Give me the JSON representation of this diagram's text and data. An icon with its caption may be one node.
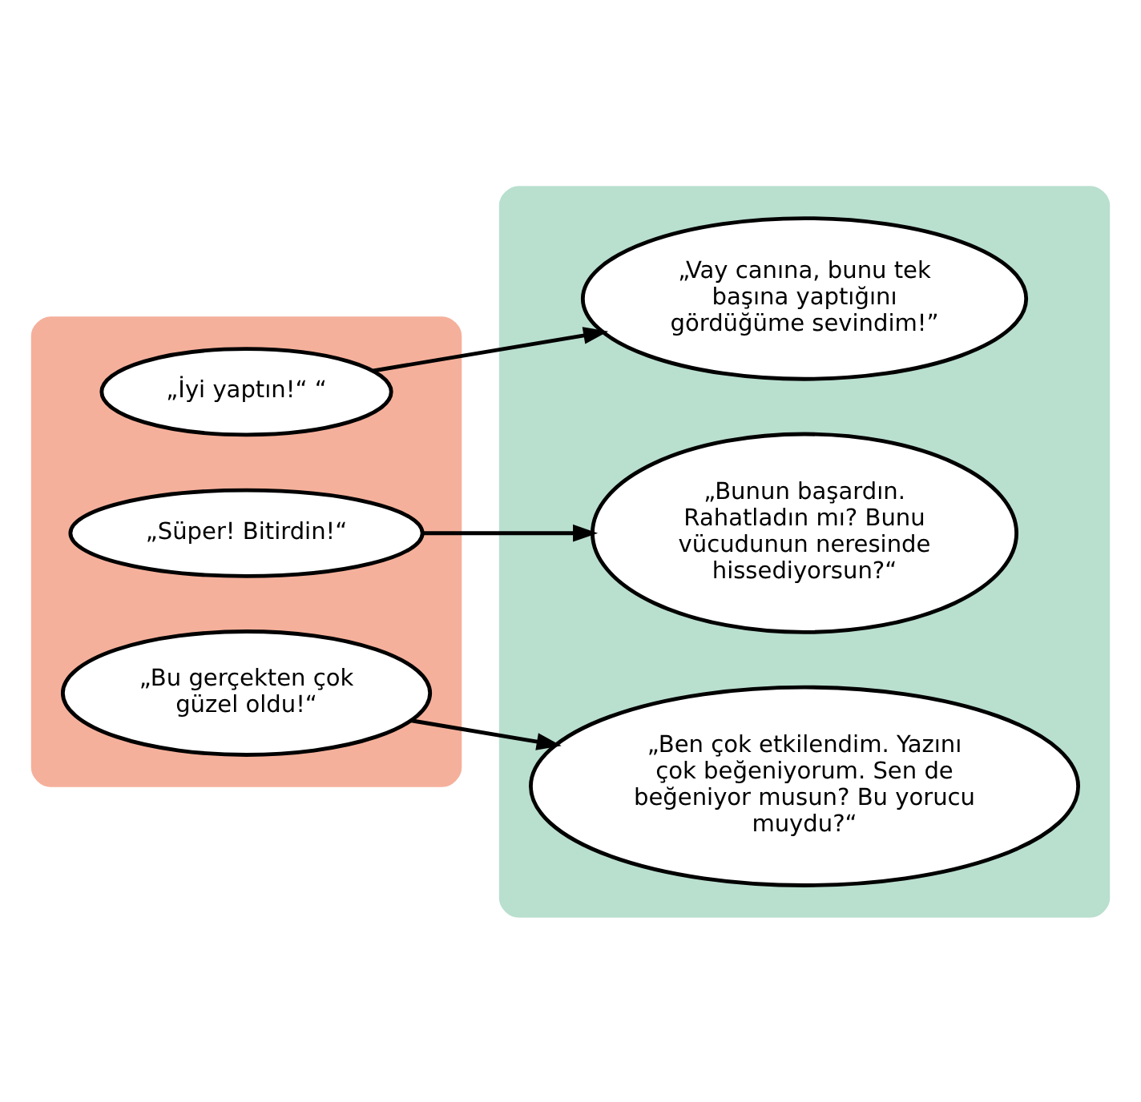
{
  "diagram": {
    "nodes": [
      {
        "text": [],
        "shape": "band"
      },
      {
        "text": [
          "„İyi yaptın!“ “"
        ],
        "in": 0
      },
      {
        "text": [
          "„Süper! Bitirdin!“"
        ],
        "in": 0
      },
      {
        "text": [
          "„Bu gerçekten çok güzel oldu!“"
        ],
        "in": 0
      },
      {
        "text": [],
        "shape": "band"
      },
      {
        "text": [
          "„Vay canına, bunu tek başına yaptığını gördüğüme sevindim!”"
        ],
        "in": 4
      },
      {
        "text": [
          "„Bunun başardın. Rahatladın mı? Bunu vücudunun neresinde hissediyorsun?“"
        ],
        "in": 4
      },
      {
        "text": [
          "„Ben çok etkilendim. Yazını çok beğeniyorum. Sen de beğeniyor musun? Bu yorucu muydu?“"
        ],
        "in": 4
      }
    ],
    "edges": [
      {
        "from": 1,
        "to": 5,
        "arrow": "to"
      },
      {
        "from": 2,
        "to": 6,
        "arrow": "to"
      },
      {
        "from": 3,
        "to": 7,
        "arrow": "to"
      }
    ]
  }
}
